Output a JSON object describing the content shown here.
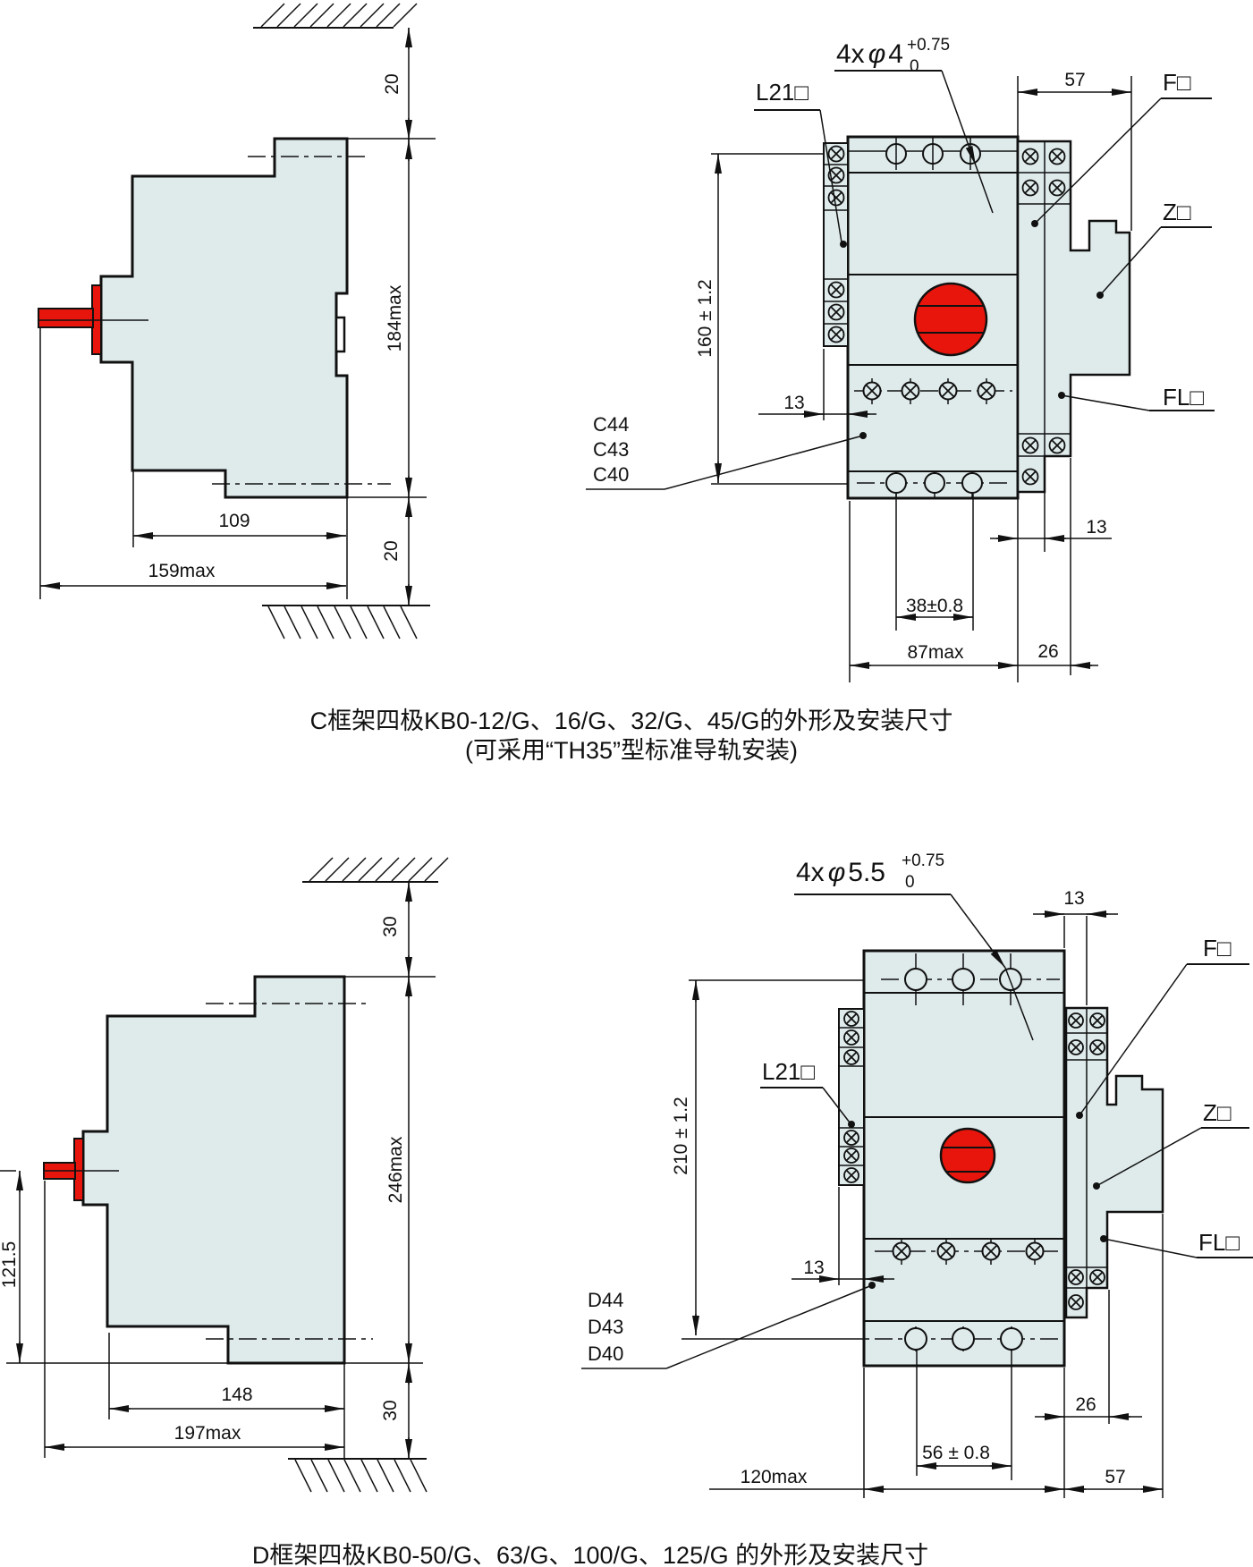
{
  "colors": {
    "body_fill": "#dfeaea",
    "red": "#e8150c",
    "line": "#111111"
  },
  "figures": {
    "c_frame": {
      "side": {
        "gap_top": "20",
        "height": "184max",
        "body_depth": "109",
        "total_depth": "159max",
        "gap_bottom": "20"
      },
      "front": {
        "hole_label": {
          "prefix": "4x",
          "phi": "φ",
          "size": "4",
          "tol_plus": "+0.75",
          "tol_minus": "0"
        },
        "aux_label": "L21□",
        "f_label": "F□",
        "z_label": "Z□",
        "fl_label": "FL□",
        "models": [
          "C44",
          "C43",
          "C40"
        ],
        "top_width": "57",
        "height_tol": "160 ± 1.2",
        "strip_offset": "13",
        "flange_offset": "13",
        "hole_pitch": "38±0.8",
        "body_width": "87max",
        "flange_width": "26"
      },
      "caption_line1": "C框架四极KB0-12/G、16/G、32/G、45/G的外形及安装尺寸",
      "caption_line2": "(可采用“TH35”型标准导轨安装)"
    },
    "d_frame": {
      "side": {
        "gap_top": "30",
        "height": "246max",
        "body_depth": "148",
        "total_depth": "197max",
        "gap_bottom": "30",
        "handle_height": "121.5"
      },
      "front": {
        "hole_label": {
          "prefix": "4x",
          "phi": "φ",
          "size": "5.5",
          "tol_plus": "+0.75",
          "tol_minus": "0"
        },
        "aux_label": "L21□",
        "f_label": "F□",
        "z_label": "Z□",
        "fl_label": "FL□",
        "models": [
          "D44",
          "D43",
          "D40"
        ],
        "height_tol": "210 ± 1.2",
        "strip_offset": "13",
        "flange_offset": "13",
        "hole_pitch": "56 ± 0.8",
        "body_width": "120max",
        "flange_width": "26",
        "flange_depth": "57"
      },
      "caption_line1": "D框架四极KB0-50/G、63/G、100/G、125/G 的外形及安装尺寸"
    }
  }
}
